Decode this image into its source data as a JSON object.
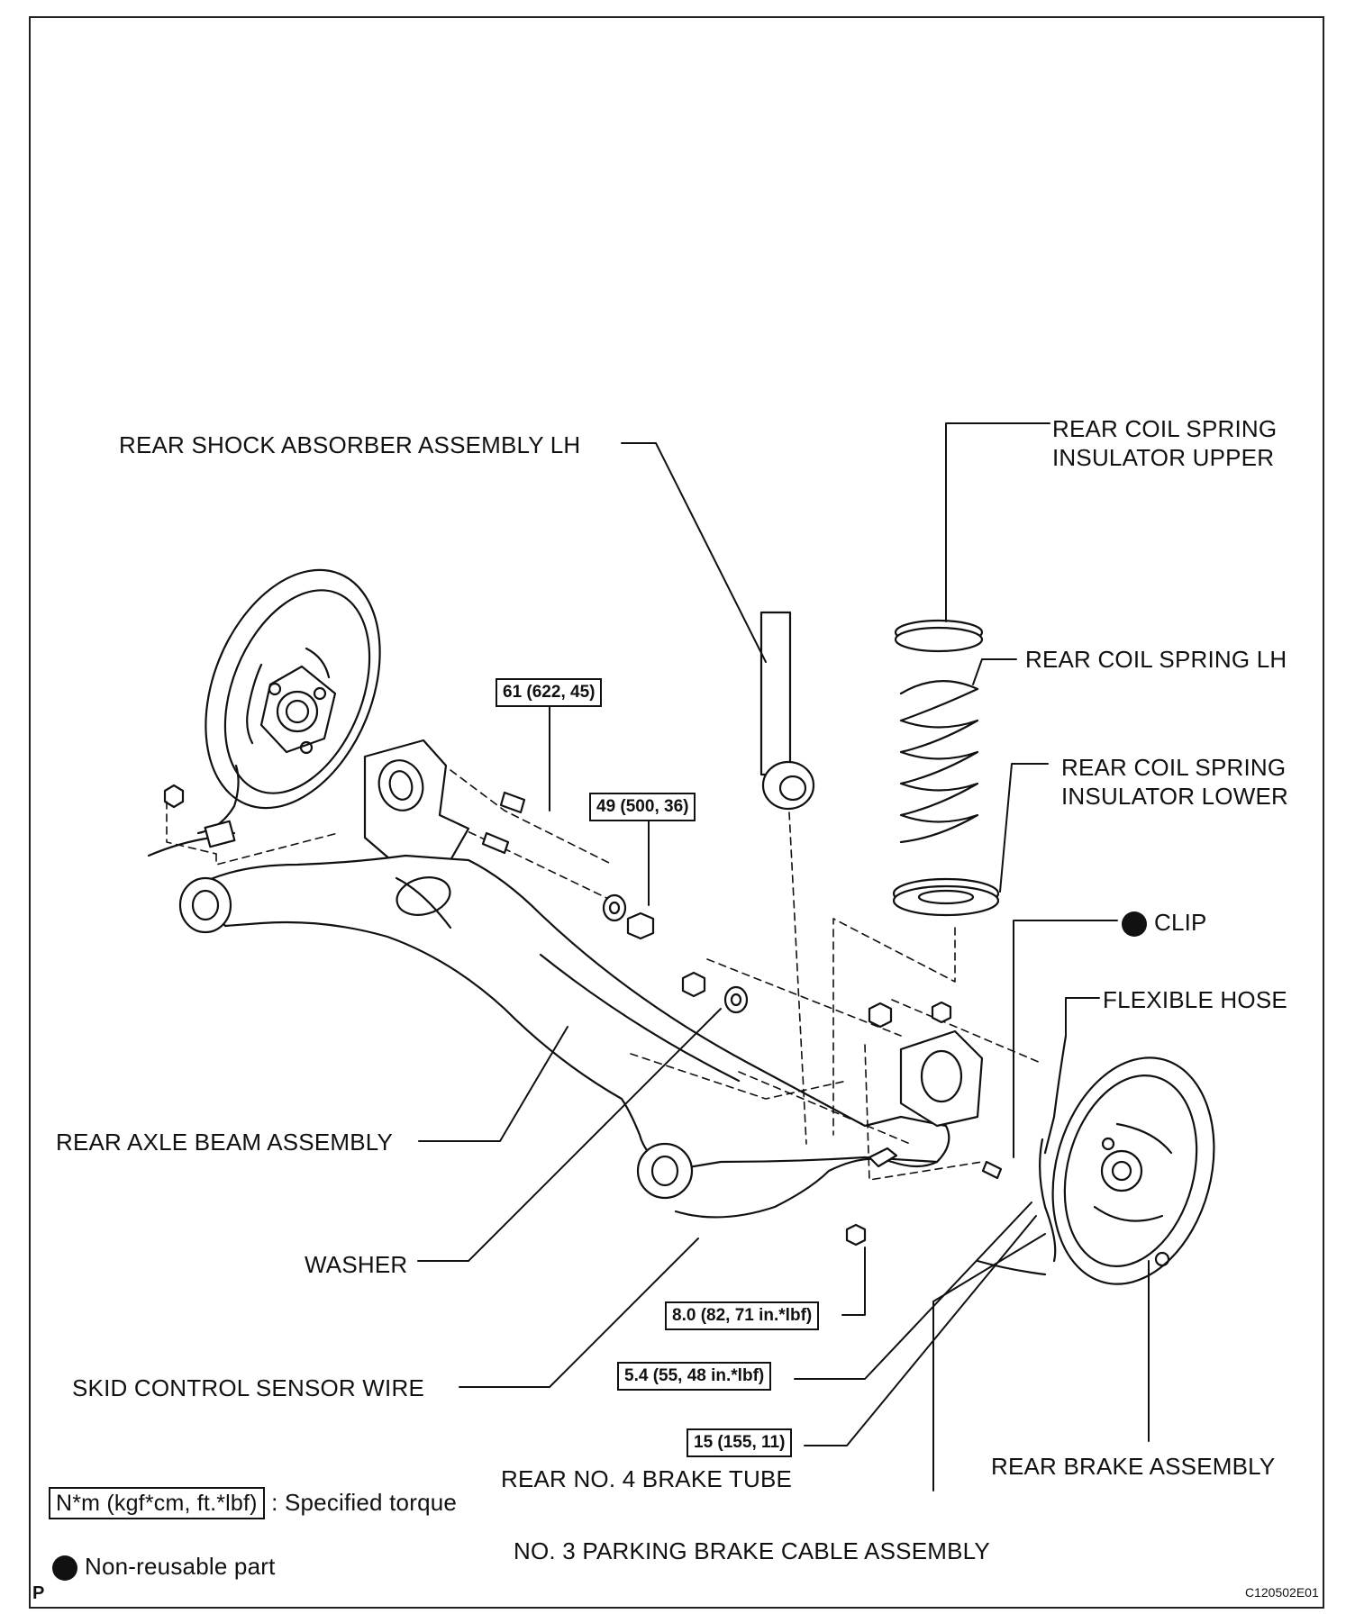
{
  "labels": {
    "shock_absorber": "REAR SHOCK ABSORBER ASSEMBLY LH",
    "insulator_upper": "REAR COIL SPRING\nINSULATOR UPPER",
    "coil_spring": "REAR COIL SPRING LH",
    "insulator_lower": "REAR COIL SPRING\nINSULATOR LOWER",
    "clip": "CLIP",
    "flexible_hose": "FLEXIBLE HOSE",
    "axle_beam": "REAR AXLE BEAM ASSEMBLY",
    "washer": "WASHER",
    "sensor_wire": "SKID CONTROL SENSOR WIRE",
    "brake_tube": "REAR NO. 4 BRAKE TUBE",
    "brake_assembly": "REAR BRAKE ASSEMBLY",
    "parking_cable": "NO. 3 PARKING BRAKE CABLE ASSEMBLY"
  },
  "torques": {
    "t61": "61 (622, 45)",
    "t49": "49 (500, 36)",
    "t80": "8.0 (82, 71 in.*lbf)",
    "t54": "5.4 (55, 48 in.*lbf)",
    "t15": "15 (155, 11)"
  },
  "legend": {
    "torque_box": "N*m (kgf*cm, ft.*lbf)",
    "torque_text": ": Specified torque",
    "nonreusable": "Non-reusable part"
  },
  "corner_mark": "P",
  "figure_code": "C120502E01"
}
